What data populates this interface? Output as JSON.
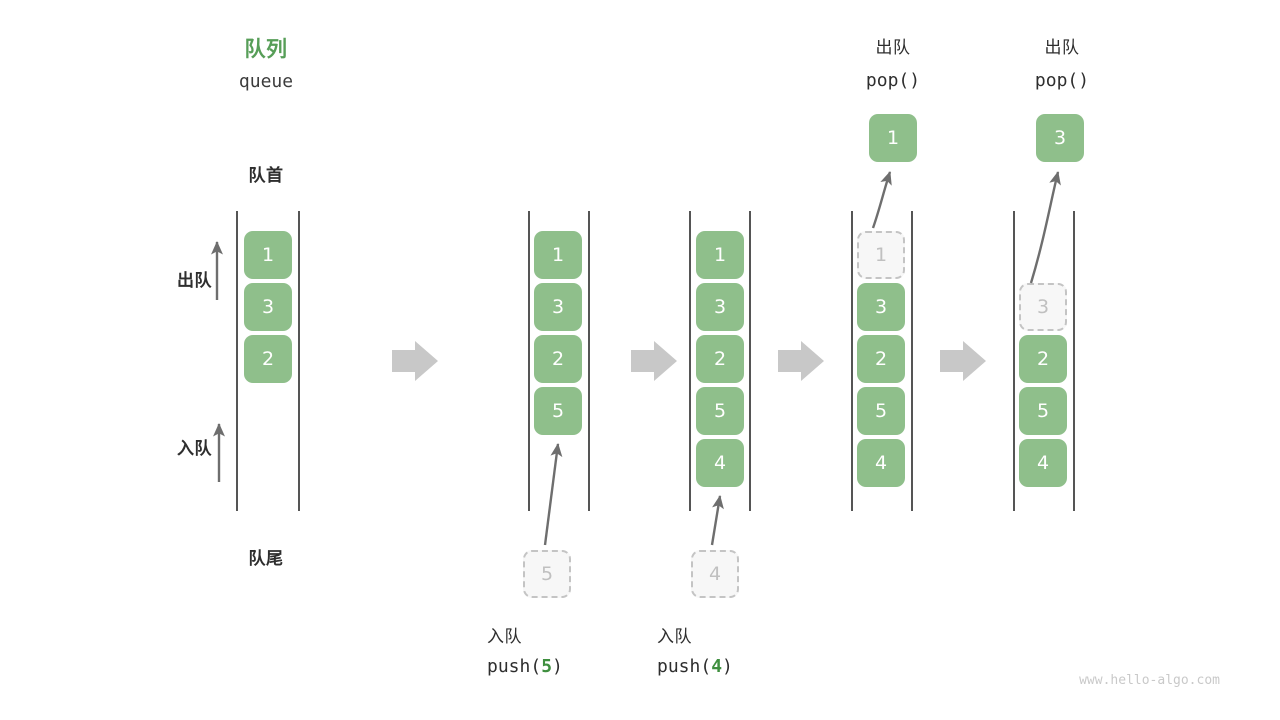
{
  "diagram": {
    "title_cn": "队列",
    "title_en": "queue",
    "front_label": "队首",
    "rear_label": "队尾",
    "dequeue_label": "出队",
    "enqueue_label": "入队",
    "watermark": "www.hello-algo.com",
    "accent_green": "#579e58",
    "cell_green": "#8fbf8b",
    "ghost_gray": "#c4c4c4",
    "arrow_gray": "#c8c8c8",
    "rail_gray": "#555555"
  },
  "steps": [
    {
      "id": "initial",
      "cells": [
        "1",
        "3",
        "2"
      ],
      "ghost_top": null,
      "ghost_bottom": null,
      "popped": null,
      "caption_cn": null,
      "caption_code": null,
      "caption_arg": null,
      "top_label_cn": null,
      "top_label_code": null
    },
    {
      "id": "push-5",
      "cells": [
        "1",
        "3",
        "2",
        "5"
      ],
      "ghost_top": null,
      "ghost_bottom": "5",
      "popped": null,
      "caption_cn": "入队",
      "caption_code_prefix": "push(",
      "caption_arg": "5",
      "caption_code_suffix": ")",
      "top_label_cn": null,
      "top_label_code": null
    },
    {
      "id": "push-4",
      "cells": [
        "1",
        "3",
        "2",
        "5",
        "4"
      ],
      "ghost_top": null,
      "ghost_bottom": "4",
      "popped": null,
      "caption_cn": "入队",
      "caption_code_prefix": "push(",
      "caption_arg": "4",
      "caption_code_suffix": ")",
      "top_label_cn": null,
      "top_label_code": null
    },
    {
      "id": "pop-1",
      "cells": [
        "3",
        "2",
        "5",
        "4"
      ],
      "ghost_top": "1",
      "ghost_bottom": null,
      "popped": "1",
      "caption_cn": null,
      "caption_code": null,
      "top_label_cn": "出队",
      "top_label_code": "pop()"
    },
    {
      "id": "pop-3",
      "cells": [
        "2",
        "5",
        "4"
      ],
      "ghost_top": "3",
      "ghost_bottom": null,
      "popped": "3",
      "caption_cn": null,
      "caption_code": null,
      "top_label_cn": "出队",
      "top_label_code": "pop()"
    }
  ]
}
